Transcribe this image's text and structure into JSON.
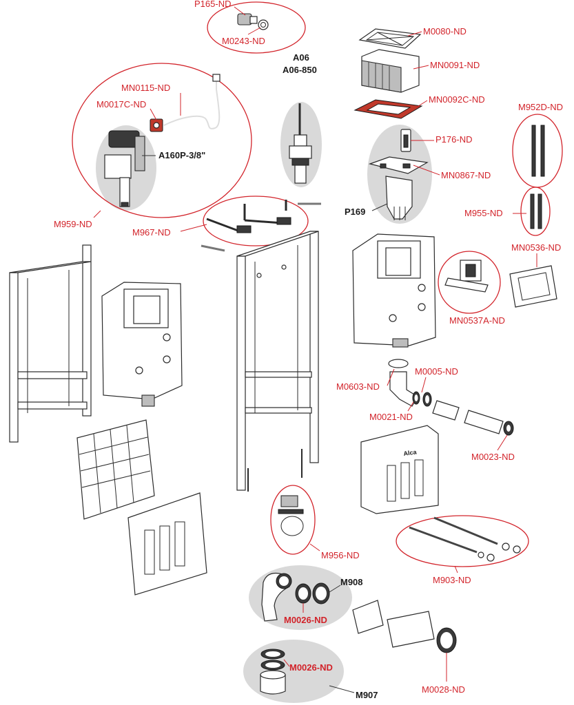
{
  "labels": {
    "p165": "P165-ND",
    "m0243": "M0243-ND",
    "a06": "A06",
    "a06_850": "A06-850",
    "m0080": "M0080-ND",
    "mn0091": "MN0091-ND",
    "mn0092c": "MN0092C-ND",
    "mn0115": "MN0115-ND",
    "m0017c": "M0017C-ND",
    "a160p": "A160P-3/8\"",
    "m952d": "M952D-ND",
    "p176": "P176-ND",
    "mn0867": "MN0867-ND",
    "p169": "P169",
    "m959": "M959-ND",
    "m967": "M967-ND",
    "m955": "M955-ND",
    "mn0536": "MN0536-ND",
    "mn0537a": "MN0537A-ND",
    "m0005": "M0005-ND",
    "m0603": "M0603-ND",
    "m0021": "M0021-ND",
    "m0023": "M0023-ND",
    "m956": "M956-ND",
    "m903": "M903-ND",
    "m908": "M908",
    "m0026_a": "M0026-ND",
    "m0026_b": "M0026-ND",
    "m907": "M907",
    "m0028": "M0028-ND",
    "brand": "Alca"
  },
  "colors": {
    "callout_red": "#d2232a",
    "highlight_grey": "#d9d9d9",
    "line_black": "#2a2a2a"
  }
}
